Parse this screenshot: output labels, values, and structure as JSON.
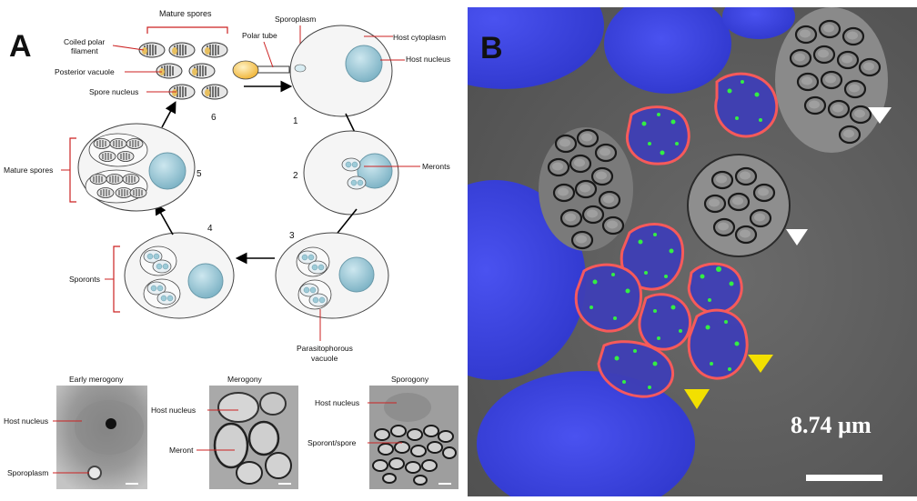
{
  "panel_a": {
    "letter": "A",
    "labels": {
      "mature_spores_top": "Mature spores",
      "coiled_polar_filament": "Coiled polar filament",
      "posterior_vacuole": "Posterior vacuole",
      "spore_nucleus": "Spore nucleus",
      "sporoplasm": "Sporoplasm",
      "polar_tube": "Polar tube",
      "host_cytoplasm": "Host cytoplasm",
      "host_nucleus": "Host nucleus",
      "meronts": "Meronts",
      "mature_spores_left": "Mature spores",
      "sporonts": "Sporonts",
      "parasitophorous_vacuole": "Parasitophorous vacuole"
    },
    "stages": [
      "1",
      "2",
      "3",
      "4",
      "5",
      "6"
    ],
    "micrographs": {
      "early": {
        "title": "Early merogony",
        "label1": "Host nucleus",
        "label2": "Sporoplasm"
      },
      "merogony": {
        "title": "Merogony",
        "label1": "Host nucleus",
        "label2": "Meront"
      },
      "sporogony": {
        "title": "Sporogony",
        "label1": "Host nucleus",
        "label2": "Sporont/spore"
      }
    }
  },
  "panel_b": {
    "letter": "B",
    "scale_bar_label": "8.74 µm",
    "arrowhead_colors": {
      "white": "#ffffff",
      "yellow": "#f2e000"
    }
  },
  "colors": {
    "host_nucleus": "#9dcbd8",
    "label_line": "#cc2222",
    "dapi_blue": "#3a44e8",
    "membrane_red": "#ff5a5a",
    "spot_green": "#33ee44",
    "background_gray": "#5e5e5e"
  }
}
